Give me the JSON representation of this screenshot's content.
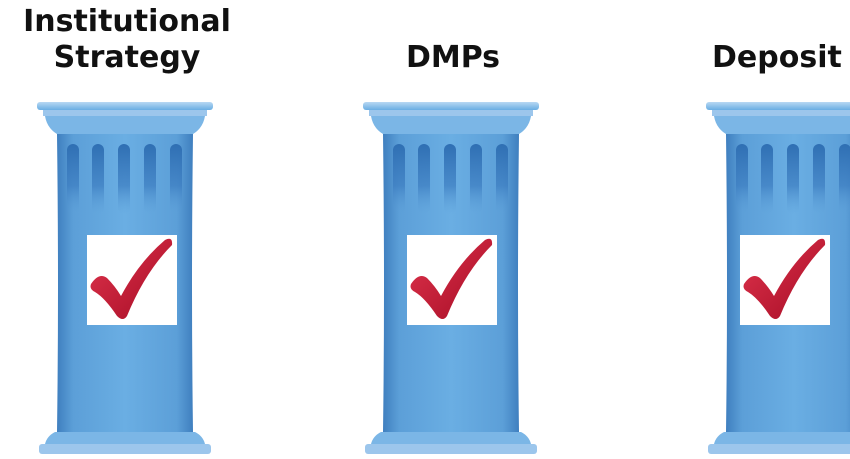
{
  "pillars": [
    {
      "title": "Institutional\nStrategy",
      "checked": true
    },
    {
      "title": "DMPs",
      "checked": true
    },
    {
      "title": "Deposit",
      "checked": true
    }
  ],
  "colors": {
    "pillar_main": "#5c9fd8",
    "pillar_light": "#9cc6ec",
    "pillar_dark": "#3f7fbf",
    "pillar_flute": "#3577bd",
    "checkmark": "#c8102e",
    "check_background": "#ffffff",
    "title_text": "#111111"
  },
  "icons": {
    "pillar": "column-pillar-icon",
    "check": "red-checkmark-icon"
  }
}
